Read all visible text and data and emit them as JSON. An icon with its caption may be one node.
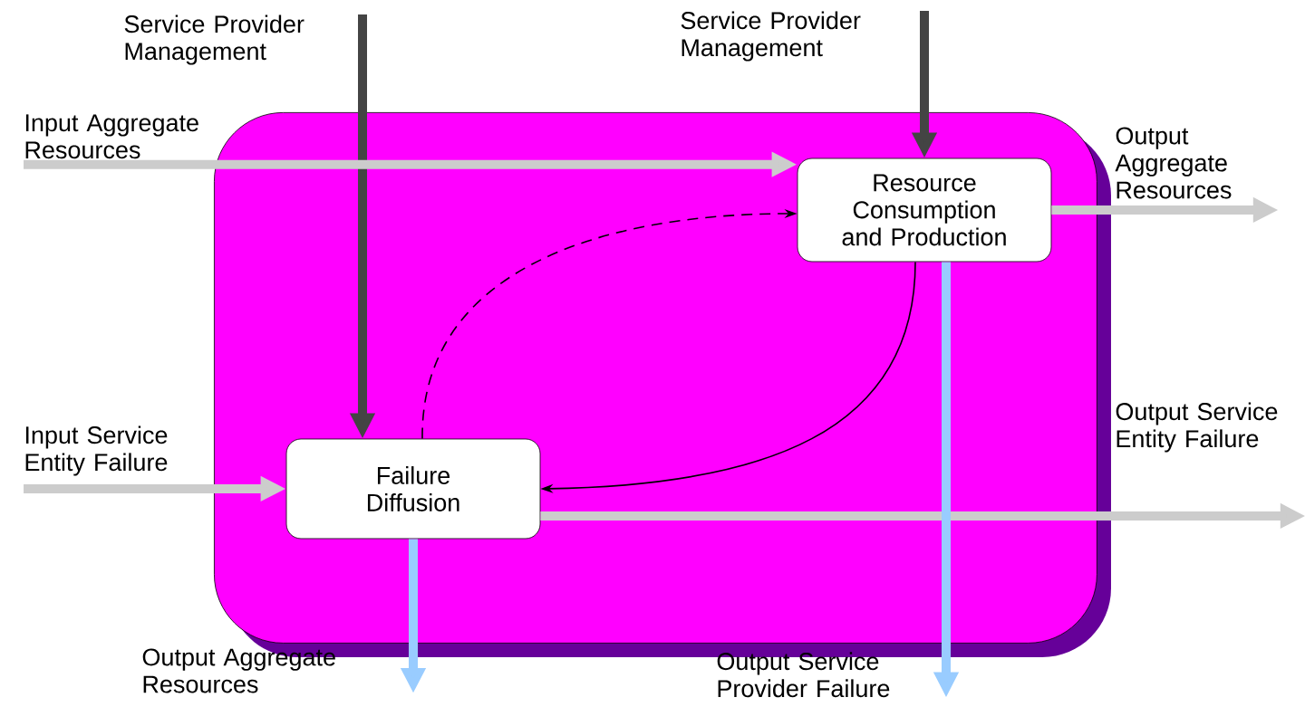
{
  "diagram": {
    "nodes": [
      {
        "text": [],
        "shape": "box"
      },
      {
        "text": [
          "Resource Consumption and Production"
        ],
        "in": 0
      },
      {
        "text": [
          "Failure Diffusion"
        ],
        "in": 0
      },
      {
        "text": [
          "Service Provider Management"
        ]
      },
      {
        "text": [
          "Service Provider Management"
        ]
      },
      {
        "text": [
          "Input Aggregate Resources"
        ]
      },
      {
        "text": [
          "Input Service Entity Failure"
        ]
      },
      {
        "text": [
          "Output Aggregate Resources"
        ]
      },
      {
        "text": [
          "Output Service Entity Failure"
        ]
      },
      {
        "text": [
          "Output Aggregate Resources"
        ]
      },
      {
        "text": [
          "Output Service Provider Failure"
        ]
      }
    ],
    "edges": [
      {
        "from": 3,
        "to": 2,
        "arrow": "to",
        "color": "#444444"
      },
      {
        "from": 4,
        "to": 1,
        "arrow": "to",
        "color": "#444444"
      },
      {
        "from": 5,
        "to": 1,
        "arrow": "to",
        "color": "#cccccc"
      },
      {
        "from": 6,
        "to": 2,
        "arrow": "to",
        "color": "#cccccc"
      },
      {
        "from": 1,
        "to": 7,
        "arrow": "to",
        "color": "#cccccc"
      },
      {
        "from": 2,
        "to": 8,
        "arrow": "to",
        "color": "#cccccc"
      },
      {
        "from": 2,
        "to": 9,
        "arrow": "to",
        "color": "#99ccff"
      },
      {
        "from": 1,
        "to": 10,
        "arrow": "to",
        "color": "#99ccff"
      },
      {
        "from": 2,
        "to": 1,
        "arrow": "to",
        "style": "dashed",
        "color": "#000000"
      },
      {
        "from": 1,
        "to": 2,
        "arrow": "to",
        "color": "#000000"
      }
    ]
  }
}
